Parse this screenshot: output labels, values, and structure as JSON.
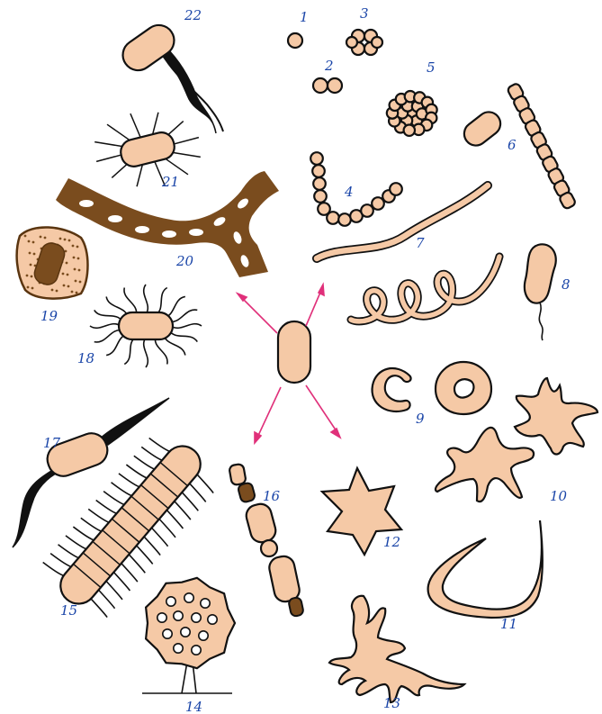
{
  "labels": {
    "n1": "1",
    "n2": "2",
    "n3": "3",
    "n4": "4",
    "n5": "5",
    "n6": "6",
    "n7": "7",
    "n8": "8",
    "n9": "9",
    "n10": "10",
    "n11": "11",
    "n12": "12",
    "n13": "13",
    "n14": "14",
    "n15": "15",
    "n16": "16",
    "n17": "17",
    "n18": "18",
    "n19": "19",
    "n20": "20",
    "n21": "21",
    "n22": "22"
  },
  "colors": {
    "cell_fill": "#f5c9a6",
    "outline": "#111111",
    "label": "#1a45a8",
    "arrow": "#e0307a",
    "brown": "#7a4c1e"
  }
}
